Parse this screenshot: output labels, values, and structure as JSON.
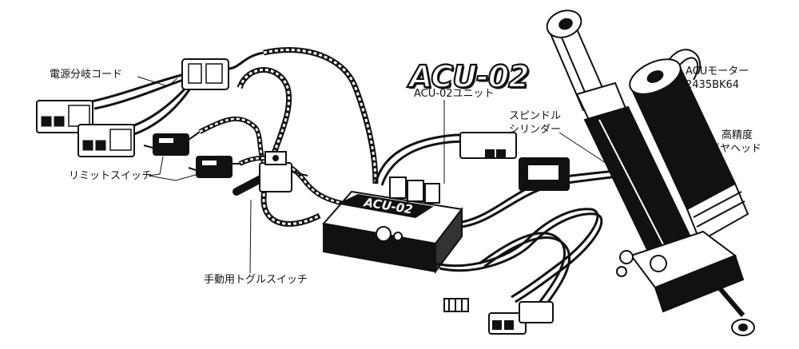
{
  "brand_title": "ACU-02",
  "labels": {
    "power_cord": "電源分岐コード",
    "limit_switch": "リミットスイッチ",
    "manual_toggle": "手動用トグルスイッチ",
    "unit": "ACU-02ユニット",
    "spindle_line1": "スピンドル",
    "spindle_line2": "シリンダー",
    "motor_line1": "ACUモーター",
    "motor_line2": "2435BK64",
    "gearhead_line1": "高精度",
    "gearhead_line2": "ギヤヘッド"
  },
  "unit_panel_text": "ACU-02"
}
